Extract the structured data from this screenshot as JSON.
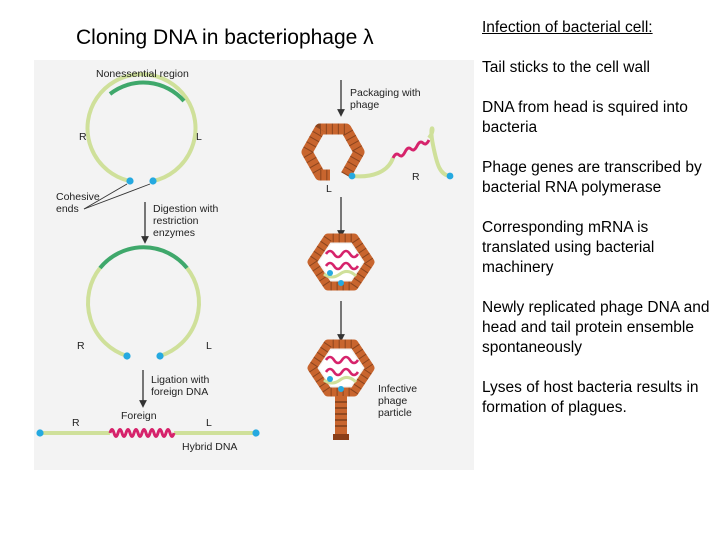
{
  "title": "Cloning DNA in bacteriophage λ",
  "diagram": {
    "nonessential_region": "Nonessential region",
    "label_R": "R",
    "label_L": "L",
    "cohesive_ends_1": "Cohesive",
    "cohesive_ends_2": "ends",
    "digestion_1": "Digestion with",
    "digestion_2": "restriction",
    "digestion_3": "enzymes",
    "ligation_1": "Ligation with",
    "ligation_2": "foreign DNA",
    "foreign": "Foreign",
    "hybrid_dna": "Hybrid DNA",
    "packaging_1": "Packaging with",
    "packaging_2": "phage",
    "infective_1": "Infective",
    "infective_2": "phage",
    "infective_3": "particle",
    "colors": {
      "dna_light": "#cfe09a",
      "nonessential": "#3fa86b",
      "cohesive_end": "#25a9e0",
      "foreign_dna": "#d6236b",
      "phage_head": "#c8652e",
      "arrow": "#333333"
    }
  },
  "notes": {
    "heading": "Infection of bacterial cell:",
    "items": [
      "Tail sticks to the cell wall",
      "DNA from head is squired into bacteria",
      "Phage genes are transcribed by bacterial RNA polymerase",
      "Corresponding mRNA is translated using bacterial machinery",
      "Newly replicated phage DNA and head and tail protein ensemble spontaneously",
      "Lyses of host bacteria results in formation of plagues."
    ]
  }
}
